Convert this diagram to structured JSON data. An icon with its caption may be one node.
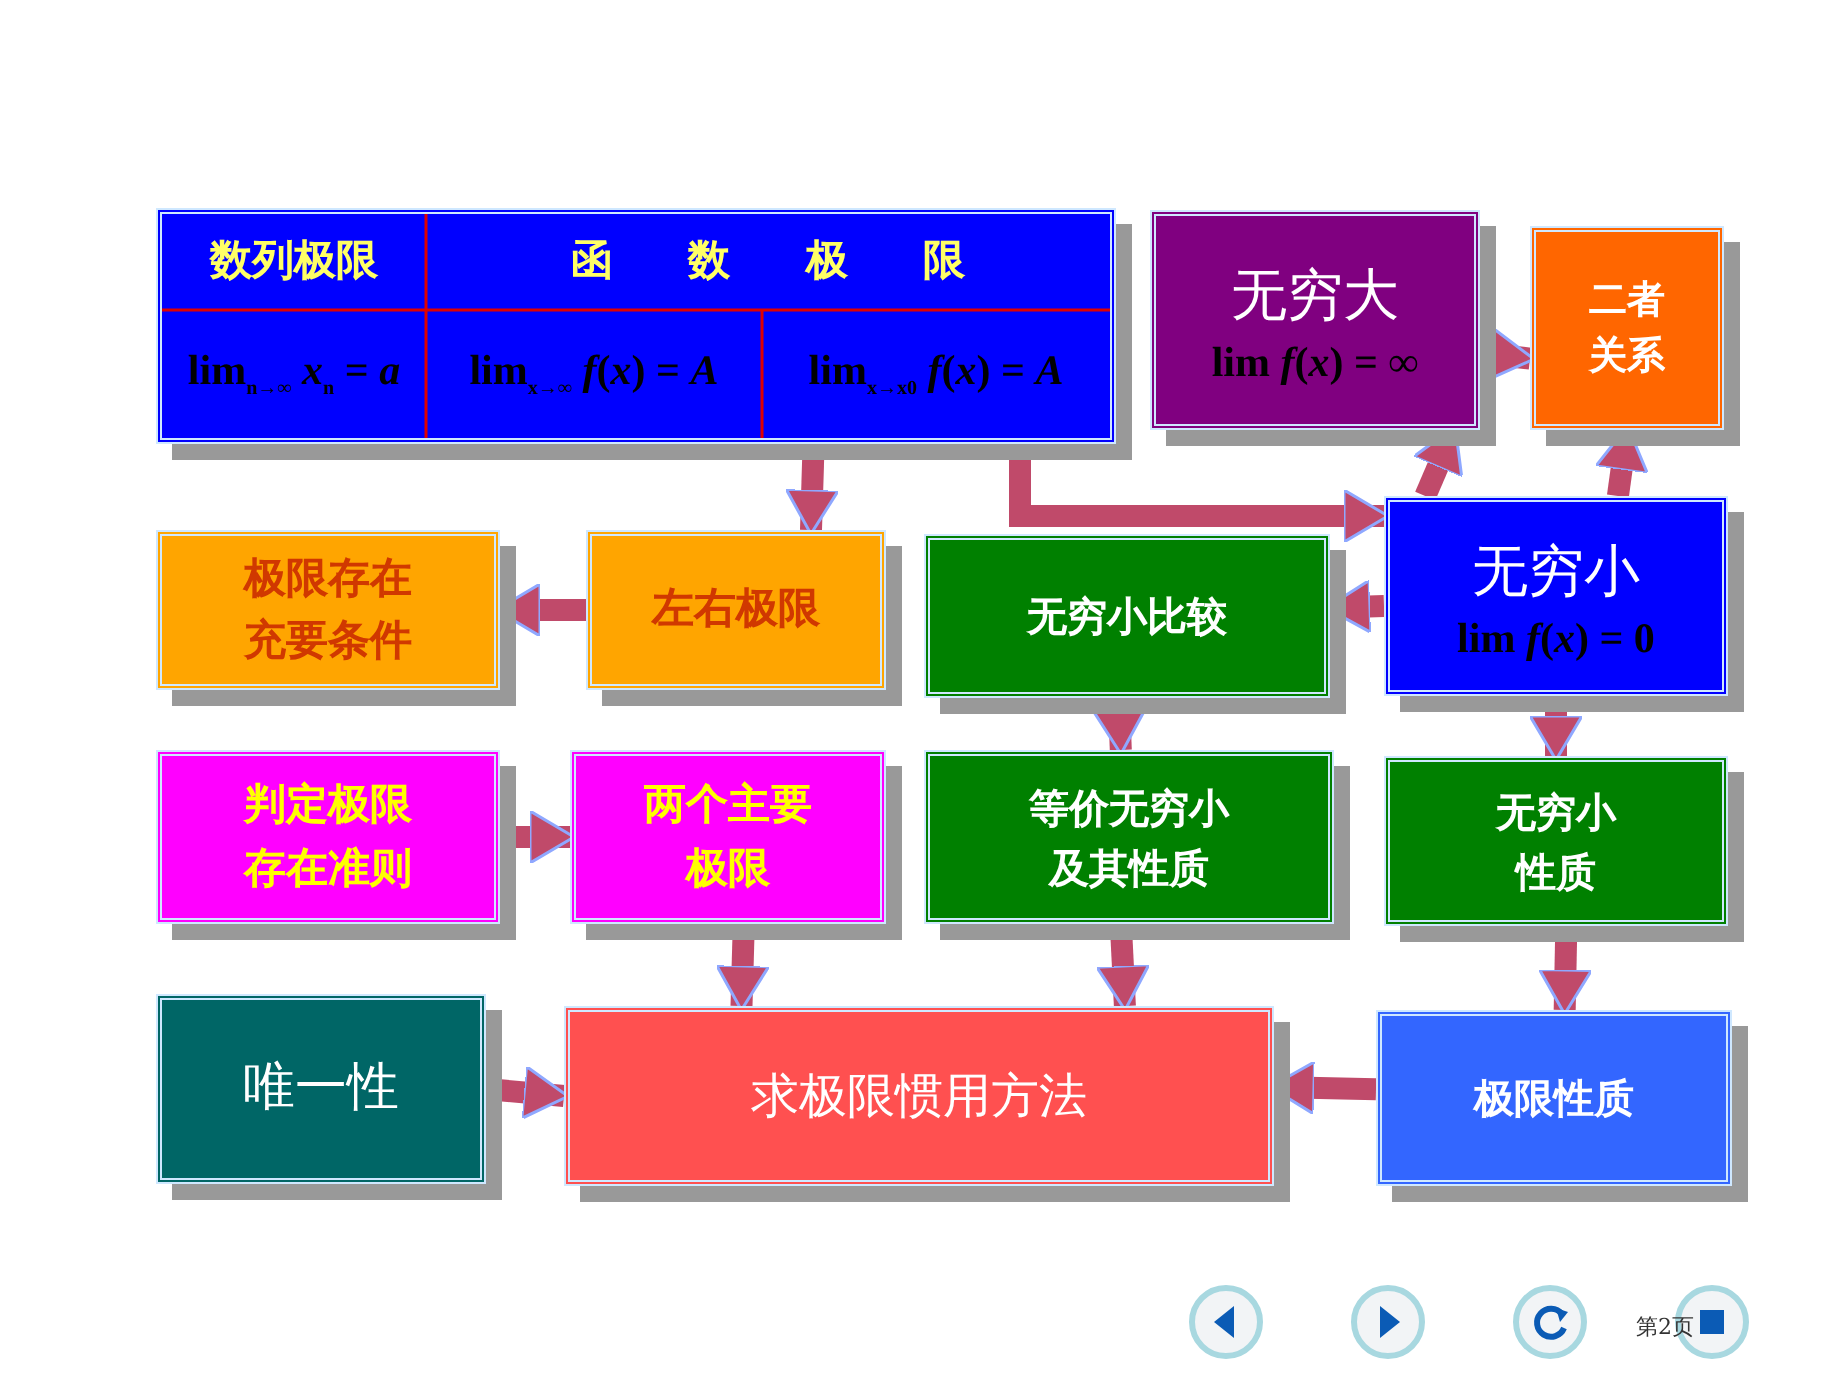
{
  "diagram": {
    "nodes": [
      {
        "text": [
          "数列极限",
          "函数极限",
          "lim$_{n→∞}$ *x*$_{n}$ = *a*",
          "lim$_{x→∞}$ *f*(*x*) = *A*",
          "lim$_{x→x0}$ *f*(*x*) = *A*"
        ]
      },
      {
        "text": [
          "无穷大",
          "lim *f*(*x*) = ∞"
        ]
      },
      {
        "text": [
          "二者关系"
        ]
      },
      {
        "text": [
          "极限存在充要条件"
        ]
      },
      {
        "text": [
          "左右极限"
        ]
      },
      {
        "text": [
          "无穷小比较"
        ]
      },
      {
        "text": [
          "无穷小",
          "lim *f*(*x*) = 0"
        ]
      },
      {
        "text": [
          "判定极限存在准则"
        ]
      },
      {
        "text": [
          "两个主要极限"
        ]
      },
      {
        "text": [
          "等价无穷小及其性质"
        ]
      },
      {
        "text": [
          "无穷小性质"
        ]
      },
      {
        "text": [
          "唯一性"
        ]
      },
      {
        "text": [
          "求极限惯用方法"
        ]
      },
      {
        "text": [
          "极限性质"
        ]
      }
    ],
    "edges": [
      {
        "from": 0,
        "to": 4,
        "arrow": "to"
      },
      {
        "from": 0,
        "to": 6,
        "arrow": "to"
      },
      {
        "from": 1,
        "to": 2,
        "arrow": "to"
      },
      {
        "from": 6,
        "to": 1,
        "arrow": "to"
      },
      {
        "from": 6,
        "to": 2,
        "arrow": "to"
      },
      {
        "from": 4,
        "to": 3,
        "arrow": "to"
      },
      {
        "from": 6,
        "to": 5,
        "arrow": "to"
      },
      {
        "from": 5,
        "to": 9,
        "arrow": "to"
      },
      {
        "from": 6,
        "to": 10,
        "arrow": "to"
      },
      {
        "from": 7,
        "to": 8,
        "arrow": "to"
      },
      {
        "from": 8,
        "to": 12,
        "arrow": "to"
      },
      {
        "from": 9,
        "to": 12,
        "arrow": "to"
      },
      {
        "from": 10,
        "to": 13,
        "arrow": "to"
      },
      {
        "from": 13,
        "to": 12,
        "arrow": "to"
      },
      {
        "from": 11,
        "to": 12,
        "arrow": "to"
      }
    ],
    "labels": [
      "第2页"
    ]
  }
}
